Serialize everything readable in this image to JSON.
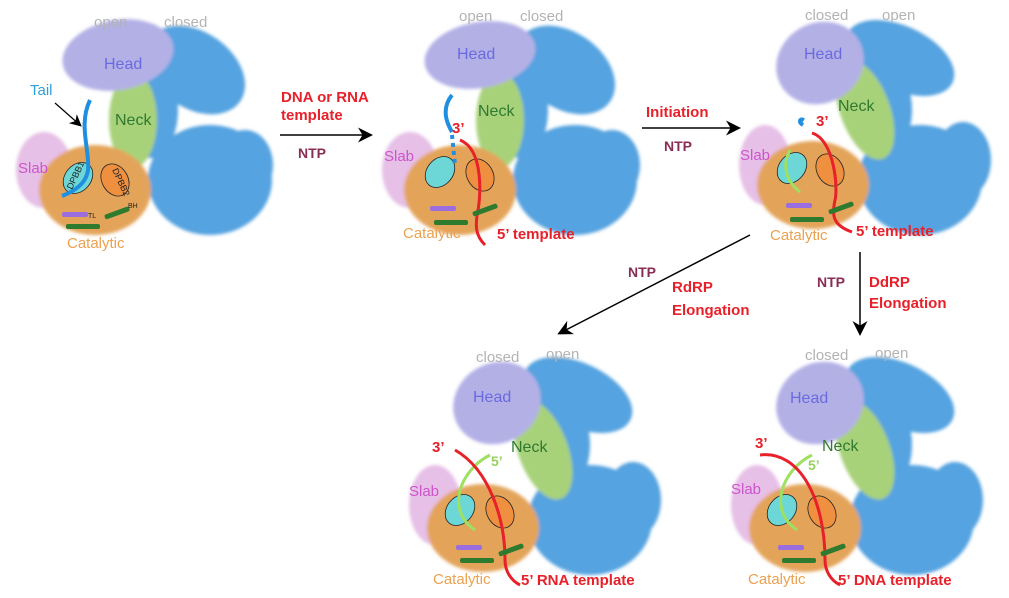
{
  "diagram": {
    "domains": {
      "head": "Head",
      "neck": "Neck",
      "slab": "Slab",
      "catalytic": "Catalytic",
      "tail": "Tail",
      "dpbb1": "DPBB1",
      "dpbb2": "DPBB2",
      "tl": "TL",
      "bh": "BH"
    },
    "states": {
      "open": "open",
      "closed": "closed"
    },
    "panels": [
      {
        "id": "apo",
        "state_left": "open",
        "state_right": "closed"
      },
      {
        "id": "template-bound",
        "state_left": "open",
        "state_right": "closed",
        "end_3": "3’",
        "template": "5’ template"
      },
      {
        "id": "initiation",
        "state_left": "closed",
        "state_right": "open",
        "end_3": "3’",
        "template": "5’ template"
      },
      {
        "id": "rdrp",
        "state_left": "closed",
        "state_right": "open",
        "end_3": "3’",
        "end_5": "5’",
        "template": "5’ RNA template"
      },
      {
        "id": "ddrp",
        "state_left": "closed",
        "state_right": "open",
        "end_3": "3’",
        "end_5": "5’",
        "template": "5’ DNA template"
      }
    ],
    "arrows": [
      {
        "id": "template-binding",
        "label_top_1": "DNA or RNA",
        "label_top_2": "template",
        "label_bottom": "NTP"
      },
      {
        "id": "initiation",
        "label_top": "Initiation",
        "label_bottom": "NTP"
      },
      {
        "id": "rdrp-elongation",
        "ntp": "NTP",
        "label_1": "RdRP",
        "label_2": "Elongation"
      },
      {
        "id": "ddrp-elongation",
        "ntp": "NTP",
        "label_1": "DdRP",
        "label_2": "Elongation"
      }
    ],
    "colors": {
      "head": "#b3b0e6",
      "neck": "#a8d27a",
      "slab": "#e6c0e6",
      "catalytic": "#e3a45a",
      "blue_domains": "#55a3e0",
      "dpbb1": "#6dd6d6",
      "dpbb2": "#ef9040",
      "template_strand": "#e8202a",
      "product_strand": "#9ee060",
      "tail": "#1f8fe0"
    }
  }
}
